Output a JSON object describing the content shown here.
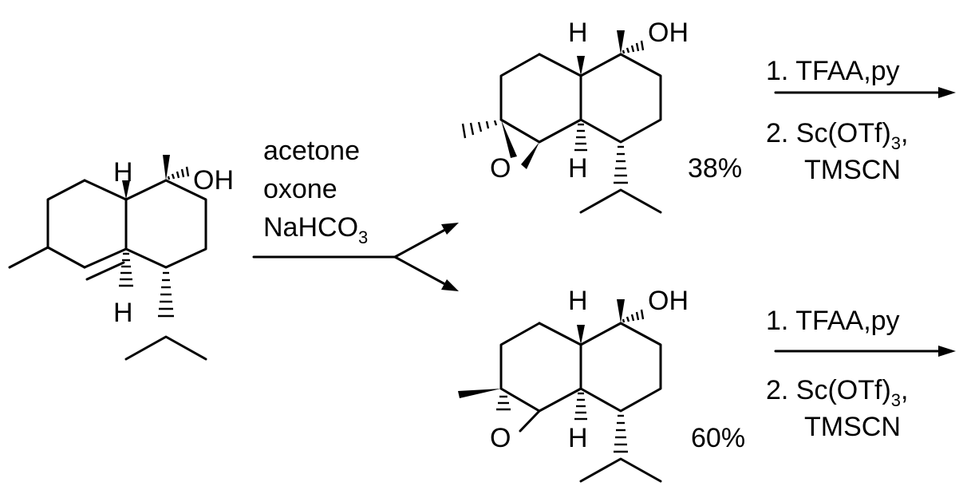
{
  "labels": {
    "H": "H",
    "OH": "OH",
    "O": "O",
    "nahco3_main": "NaHCO",
    "sub3": "3",
    "sc_main": "2. Sc(OTf)",
    "sc_tail": ","
  },
  "conditions": {
    "epoxidation": [
      "acetone",
      "oxone"
    ],
    "step_top": {
      "line1": "1. TFAA,py",
      "line3": "TMSCN"
    },
    "step_bottom": {
      "line1": "1. TFAA,py",
      "line3": "TMSCN"
    }
  },
  "yields": {
    "top": "38%",
    "bottom": "60%"
  }
}
